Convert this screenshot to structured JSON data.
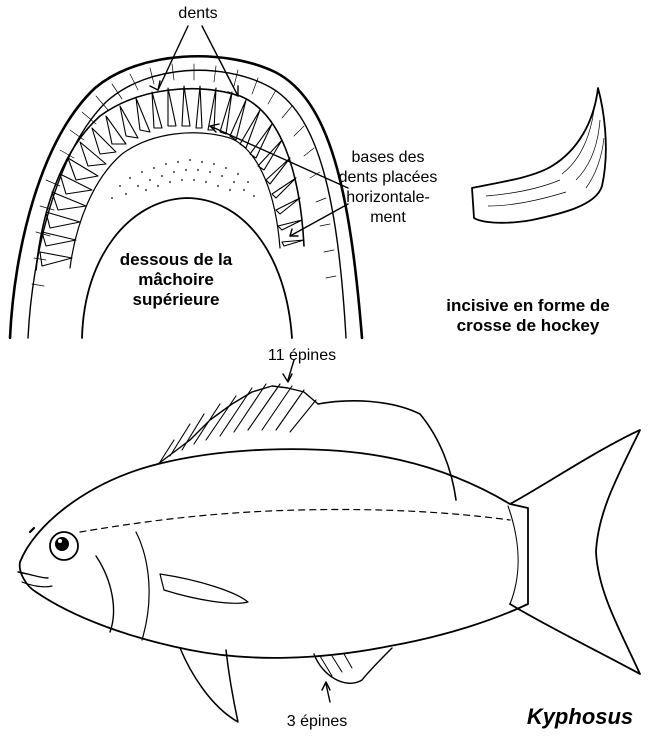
{
  "labels": {
    "dents": "dents",
    "bases": [
      "bases des",
      "dents placées",
      "horizontale-",
      "ment"
    ],
    "dessous": [
      "dessous de la",
      "mâchoire",
      "supérieure"
    ],
    "incisive": [
      "incisive en forme de",
      "crosse de hockey"
    ],
    "epines_dorsal": "11 épines",
    "epines_anal": "3 épines",
    "genus": "Kyphosus"
  }
}
